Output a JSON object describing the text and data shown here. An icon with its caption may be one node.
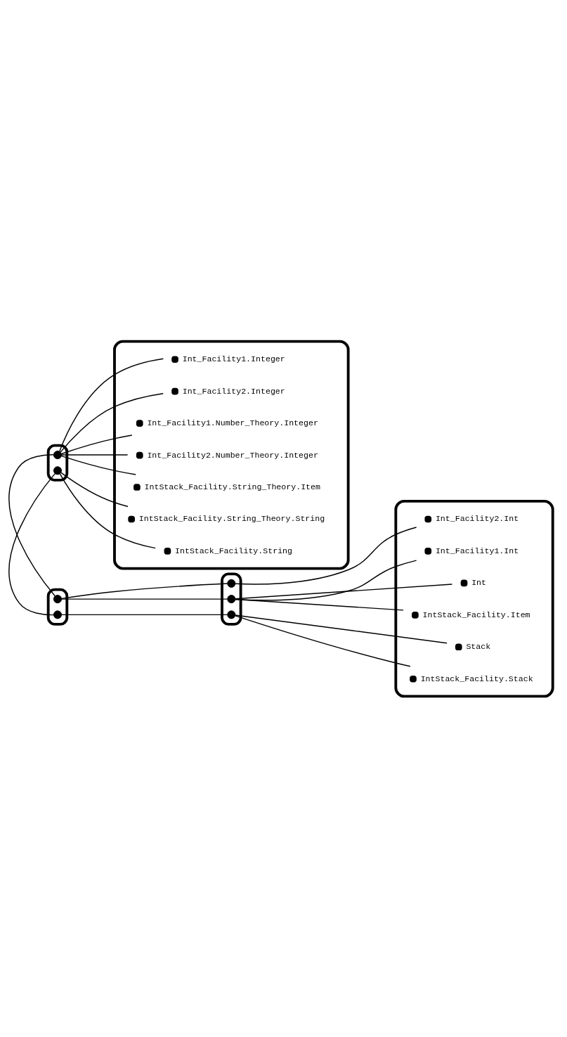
{
  "diagram": {
    "nodes": [
      {
        "text": [],
        "shape": "cloud"
      },
      {
        "text": [],
        "shape": "circle",
        "in": 0
      },
      {
        "text": [],
        "shape": "circle",
        "in": 0
      },
      {
        "text": [],
        "shape": "cloud"
      },
      {
        "text": [],
        "shape": "circle",
        "in": 3
      },
      {
        "text": [],
        "shape": "circle",
        "in": 3
      },
      {
        "text": [],
        "shape": "cloud"
      },
      {
        "text": [],
        "shape": "circle",
        "in": 6
      },
      {
        "text": [],
        "shape": "circle",
        "in": 6
      },
      {
        "text": [],
        "shape": "circle",
        "in": 6
      },
      {
        "text": [],
        "shape": "cloud"
      },
      {
        "text": [
          "Int_Facility2.Int"
        ],
        "in": 10
      },
      {
        "text": [
          "Int_Facility1.Int"
        ],
        "in": 10
      },
      {
        "text": [
          "Int"
        ],
        "in": 10
      },
      {
        "text": [
          "IntStack_Facility.Item"
        ],
        "in": 10
      },
      {
        "text": [
          "Stack"
        ],
        "in": 10
      },
      {
        "text": [
          "IntStack_Facility.Stack"
        ],
        "in": 10
      },
      {
        "text": [],
        "shape": "cloud"
      },
      {
        "text": [
          "Int_Facility1.Integer"
        ],
        "in": 17
      },
      {
        "text": [
          "Int_Facility2.Integer"
        ],
        "in": 17
      },
      {
        "text": [
          "Int_Facility1.Number_Theory.Integer"
        ],
        "in": 17
      },
      {
        "text": [
          "Int_Facility2.Number_Theory.Integer"
        ],
        "in": 17
      },
      {
        "text": [
          "IntStack_Facility.String_Theory.Item"
        ],
        "in": 17
      },
      {
        "text": [
          "IntStack_Facility.String_Theory.String"
        ],
        "in": 17
      },
      {
        "text": [
          "IntStack_Facility.String"
        ],
        "in": 17
      }
    ],
    "edges": [
      {
        "from": 1,
        "to": 4,
        "arrow": "none"
      },
      {
        "from": 2,
        "to": 5,
        "arrow": "none"
      },
      {
        "from": 1,
        "to": 7,
        "arrow": "none"
      },
      {
        "from": 1,
        "to": 8,
        "arrow": "none"
      },
      {
        "from": 2,
        "to": 9,
        "arrow": "none"
      },
      {
        "from": 7,
        "to": 11,
        "arrow": "none"
      },
      {
        "from": 8,
        "to": 12,
        "arrow": "none"
      },
      {
        "from": 8,
        "to": 13,
        "arrow": "none"
      },
      {
        "from": 8,
        "to": 14,
        "arrow": "none"
      },
      {
        "from": 9,
        "to": 15,
        "arrow": "none"
      },
      {
        "from": 9,
        "to": 16,
        "arrow": "none"
      },
      {
        "from": 4,
        "to": 18,
        "arrow": "none"
      },
      {
        "from": 4,
        "to": 19,
        "arrow": "none"
      },
      {
        "from": 4,
        "to": 20,
        "arrow": "none"
      },
      {
        "from": 4,
        "to": 21,
        "arrow": "none"
      },
      {
        "from": 4,
        "to": 22,
        "arrow": "none"
      },
      {
        "from": 5,
        "to": 23,
        "arrow": "none"
      },
      {
        "from": 5,
        "to": 24,
        "arrow": "none"
      }
    ]
  }
}
